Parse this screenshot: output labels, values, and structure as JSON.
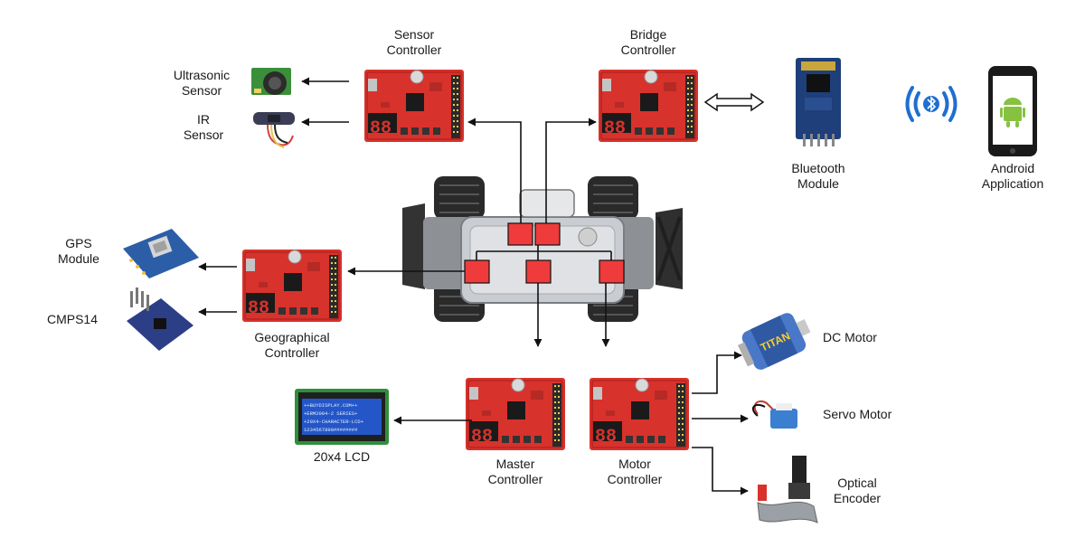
{
  "labels": {
    "sensor_controller": [
      "Sensor",
      "Controller"
    ],
    "bridge_controller": [
      "Bridge",
      "Controller"
    ],
    "ultrasonic_sensor": [
      "Ultrasonic",
      "Sensor"
    ],
    "ir_sensor": [
      "IR",
      "Sensor"
    ],
    "bluetooth_module": [
      "Bluetooth",
      "Module"
    ],
    "android_application": [
      "Android",
      "Application"
    ],
    "gps_module": [
      "GPS",
      "Module"
    ],
    "cmps14": "CMPS14",
    "geographical_controller": [
      "Geographical",
      "Controller"
    ],
    "dc_motor": "DC Motor",
    "servo_motor": "Servo Motor",
    "optical_encoder": [
      "Optical",
      "Encoder"
    ],
    "lcd": "20x4 LCD",
    "master_controller": [
      "Master",
      "Controller"
    ],
    "motor_controller": [
      "Motor",
      "Controller"
    ]
  },
  "lcd_screen_lines": [
    "++BUYDISPLAY.COM++",
    "+ERM2004-2 SERIES+",
    "+20X4-CHARACTER-LCD+",
    "1234567890########"
  ],
  "board_display_digits": "88",
  "colors": {
    "board_red": "#d8322c",
    "block_red": "#ef3b3b",
    "arrow": "#111111",
    "chassis": "#c9ccd0",
    "tire": "#2a2a2a",
    "lcd_green": "#2f8f3a",
    "lcd_blue": "#2456c7",
    "android_green": "#86c240",
    "bluetooth_blue": "#1e6fd0"
  },
  "icons": {
    "controller_board": "microcontroller-board-icon",
    "car": "rc-car-chassis-icon",
    "ultrasonic": "ultrasonic-sensor-icon",
    "ir": "ir-sensor-icon",
    "bluetooth": "bluetooth-module-icon",
    "signal": "bluetooth-signal-icon",
    "phone": "android-phone-icon",
    "gps": "gps-module-icon",
    "compass": "compass-module-icon",
    "dc_motor": "dc-motor-icon",
    "servo": "servo-motor-icon",
    "encoder": "optical-encoder-icon",
    "lcd": "lcd-display-icon"
  }
}
